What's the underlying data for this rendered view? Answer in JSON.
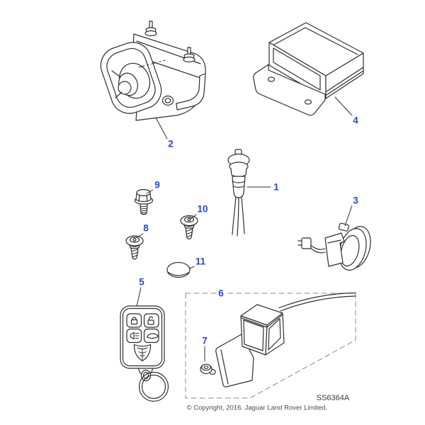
{
  "diagram": {
    "code": "SS6364A",
    "copyright": "© Copyright, 2016. Jaguar Land Rover Limited.",
    "colors": {
      "callout": "#2a46d4",
      "line_art": "#2f2f2f",
      "dashed_outline": "#888888",
      "background": "#ffffff"
    },
    "callouts": [
      {
        "number": "1"
      },
      {
        "number": "2"
      },
      {
        "number": "3"
      },
      {
        "number": "4"
      },
      {
        "number": "5"
      },
      {
        "number": "6"
      },
      {
        "number": "7"
      },
      {
        "number": "8"
      },
      {
        "number": "9"
      },
      {
        "number": "10"
      },
      {
        "number": "11"
      }
    ],
    "icons": {
      "fob_buttons": [
        "lock-icon",
        "unlock-icon",
        "headlamp-icon",
        "trunk-icon"
      ],
      "fob_logo": "jaguar-growler-icon"
    }
  }
}
